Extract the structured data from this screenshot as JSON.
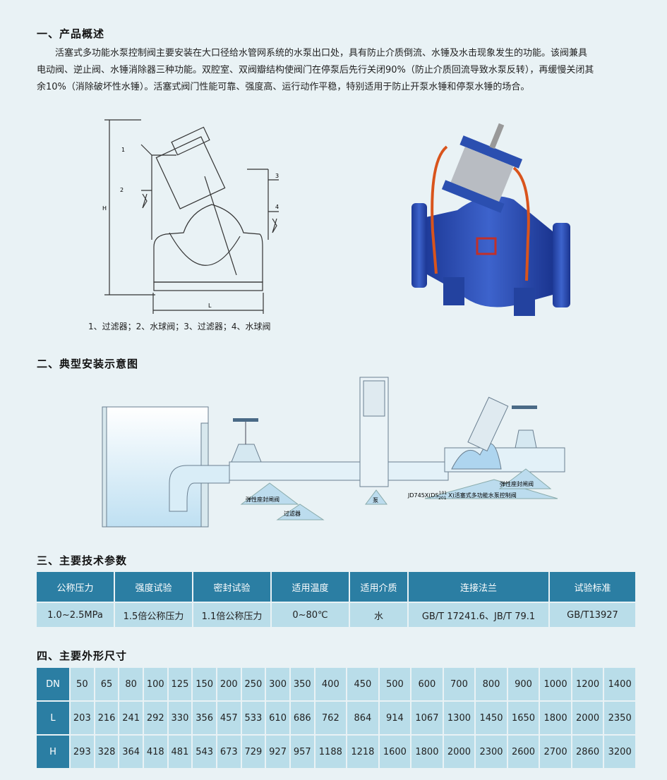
{
  "overview": {
    "title": "一、产品概述",
    "lines": [
      "　　活塞式多功能水泵控制阀主要安装在大口径给水管网系统的水泵出口处，具有防止介质倒流、水锤及水击现象发生的功能。该阀兼具",
      "电动阀、逆止阀、水锤消除器三种功能。双腔室、双阀瓣结构使阀门在停泵后先行关闭90%（防止介质回流导致水泵反转），再缓慢关闭其",
      "余10%（消除破坏性水锤）。活塞式阀门性能可靠、强度高、运行动作平稳，特别适用于防止开泵水锤和停泵水锤的场合。"
    ],
    "drawing_labels": {
      "n1": "1",
      "n2": "2",
      "n3": "3",
      "n4": "4",
      "h": "H",
      "l": "L"
    },
    "caption": "1、过滤器；2、水球阀；3、过滤器；4、水球阀"
  },
  "install": {
    "title": "二、典型安装示意图",
    "labels": {
      "gate_valve_1": "弹性座封闸阀",
      "filter": "过滤器",
      "pump": "泵",
      "control_valve_prefix": "JD745X(DS",
      "control_valve_sup": "101",
      "control_valve_sub": "201",
      "control_valve_suffix": " X)活塞式多功能水泵控制阀",
      "gate_valve_2": "弹性座封闸阀"
    }
  },
  "params": {
    "title": "三、主要技术参数",
    "headers": [
      "公称压力",
      "强度试验",
      "密封试验",
      "适用温度",
      "适用介质",
      "连接法兰",
      "试验标准"
    ],
    "values": [
      "1.0~2.5MPa",
      "1.5倍公称压力",
      "1.1倍公称压力",
      "0~80℃",
      "水",
      "GB/T 17241.6、JB/T 79.1",
      "GB/T13927"
    ]
  },
  "dims": {
    "title": "四、主要外形尺寸",
    "rows": [
      {
        "label": "DN",
        "values": [
          "50",
          "65",
          "80",
          "100",
          "125",
          "150",
          "200",
          "250",
          "300",
          "350",
          "400",
          "450",
          "500",
          "600",
          "700",
          "800",
          "900",
          "1000",
          "1200",
          "1400"
        ]
      },
      {
        "label": "L",
        "values": [
          "203",
          "216",
          "241",
          "292",
          "330",
          "356",
          "457",
          "533",
          "610",
          "686",
          "762",
          "864",
          "914",
          "1067",
          "1300",
          "1450",
          "1650",
          "1800",
          "2000",
          "2350"
        ]
      },
      {
        "label": "H",
        "values": [
          "293",
          "328",
          "364",
          "418",
          "481",
          "543",
          "673",
          "729",
          "927",
          "957",
          "1188",
          "1218",
          "1600",
          "1800",
          "2000",
          "2300",
          "2600",
          "2700",
          "2860",
          "3200"
        ]
      }
    ]
  },
  "colors": {
    "header": "#2b7ea3",
    "cell": "#b9dde9",
    "valve_blue": "#2b4fb0",
    "background": "#e9f2f5"
  }
}
